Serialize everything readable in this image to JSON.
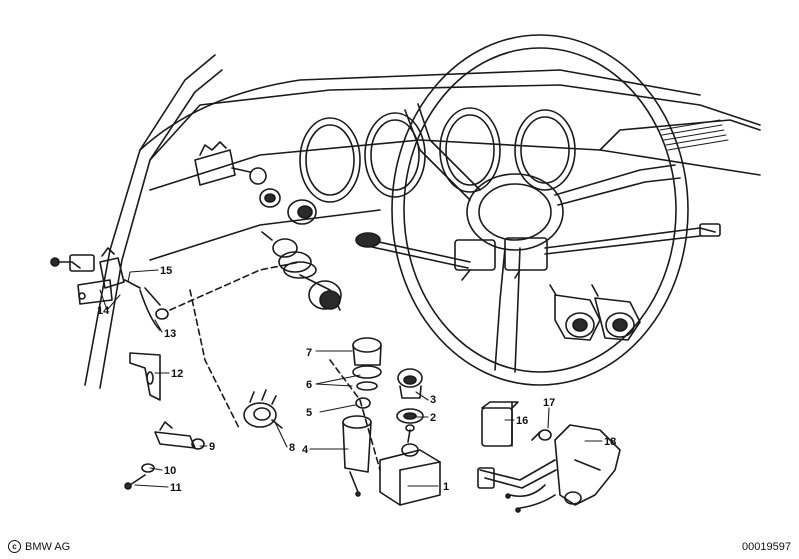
{
  "diagram": {
    "callouts": [
      {
        "number": "1"
      },
      {
        "number": "2"
      },
      {
        "number": "3"
      },
      {
        "number": "4"
      },
      {
        "number": "5"
      },
      {
        "number": "6"
      },
      {
        "number": "7"
      },
      {
        "number": "8"
      },
      {
        "number": "9"
      },
      {
        "number": "10"
      },
      {
        "number": "11"
      },
      {
        "number": "12"
      },
      {
        "number": "13"
      },
      {
        "number": "14"
      },
      {
        "number": "15"
      },
      {
        "number": "16"
      },
      {
        "number": "17"
      },
      {
        "number": "18"
      }
    ]
  },
  "footer": {
    "copyright_symbol": "c",
    "copyright_text": "BMW AG",
    "doc_number": "00019597"
  }
}
